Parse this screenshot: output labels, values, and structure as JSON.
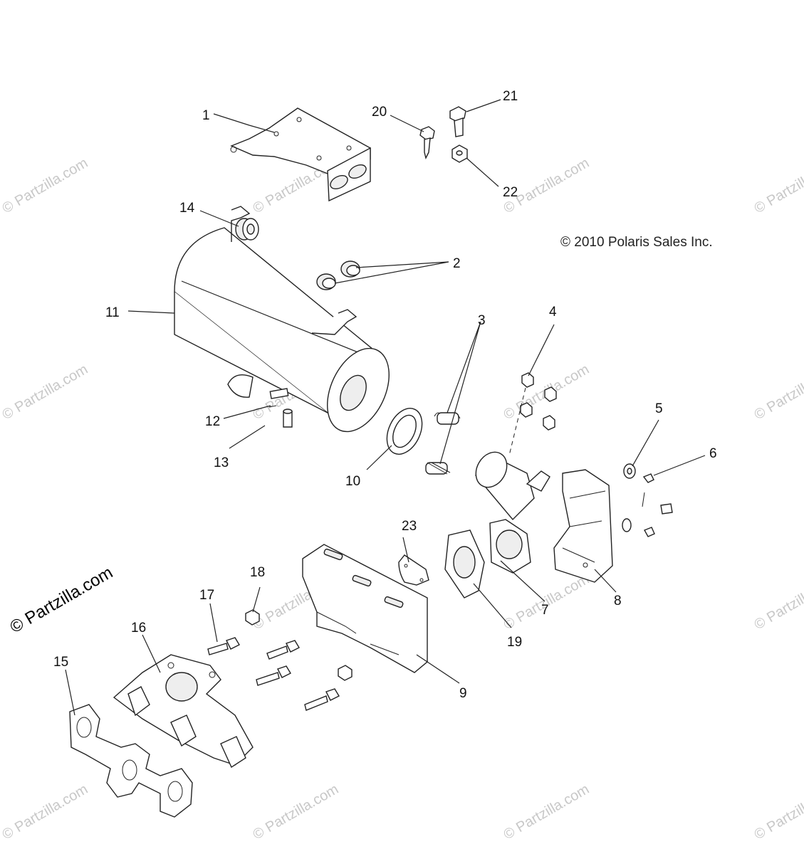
{
  "copyright": "© 2010 Polaris Sales Inc.",
  "watermark": "© Partzilla.com",
  "watermark_main": "© Partzilla.com",
  "callouts": [
    {
      "id": "c1",
      "label": "1"
    },
    {
      "id": "c2",
      "label": "2"
    },
    {
      "id": "c3",
      "label": "3"
    },
    {
      "id": "c4",
      "label": "4"
    },
    {
      "id": "c5",
      "label": "5"
    },
    {
      "id": "c6",
      "label": "6"
    },
    {
      "id": "c7",
      "label": "7"
    },
    {
      "id": "c8",
      "label": "8"
    },
    {
      "id": "c9",
      "label": "9"
    },
    {
      "id": "c10",
      "label": "10"
    },
    {
      "id": "c11",
      "label": "11"
    },
    {
      "id": "c12",
      "label": "12"
    },
    {
      "id": "c13",
      "label": "13"
    },
    {
      "id": "c14",
      "label": "14"
    },
    {
      "id": "c15",
      "label": "15"
    },
    {
      "id": "c16",
      "label": "16"
    },
    {
      "id": "c17",
      "label": "17"
    },
    {
      "id": "c18",
      "label": "18"
    },
    {
      "id": "c19",
      "label": "19"
    },
    {
      "id": "c20",
      "label": "20"
    },
    {
      "id": "c21",
      "label": "21"
    },
    {
      "id": "c22",
      "label": "22"
    },
    {
      "id": "c23",
      "label": "23"
    }
  ]
}
